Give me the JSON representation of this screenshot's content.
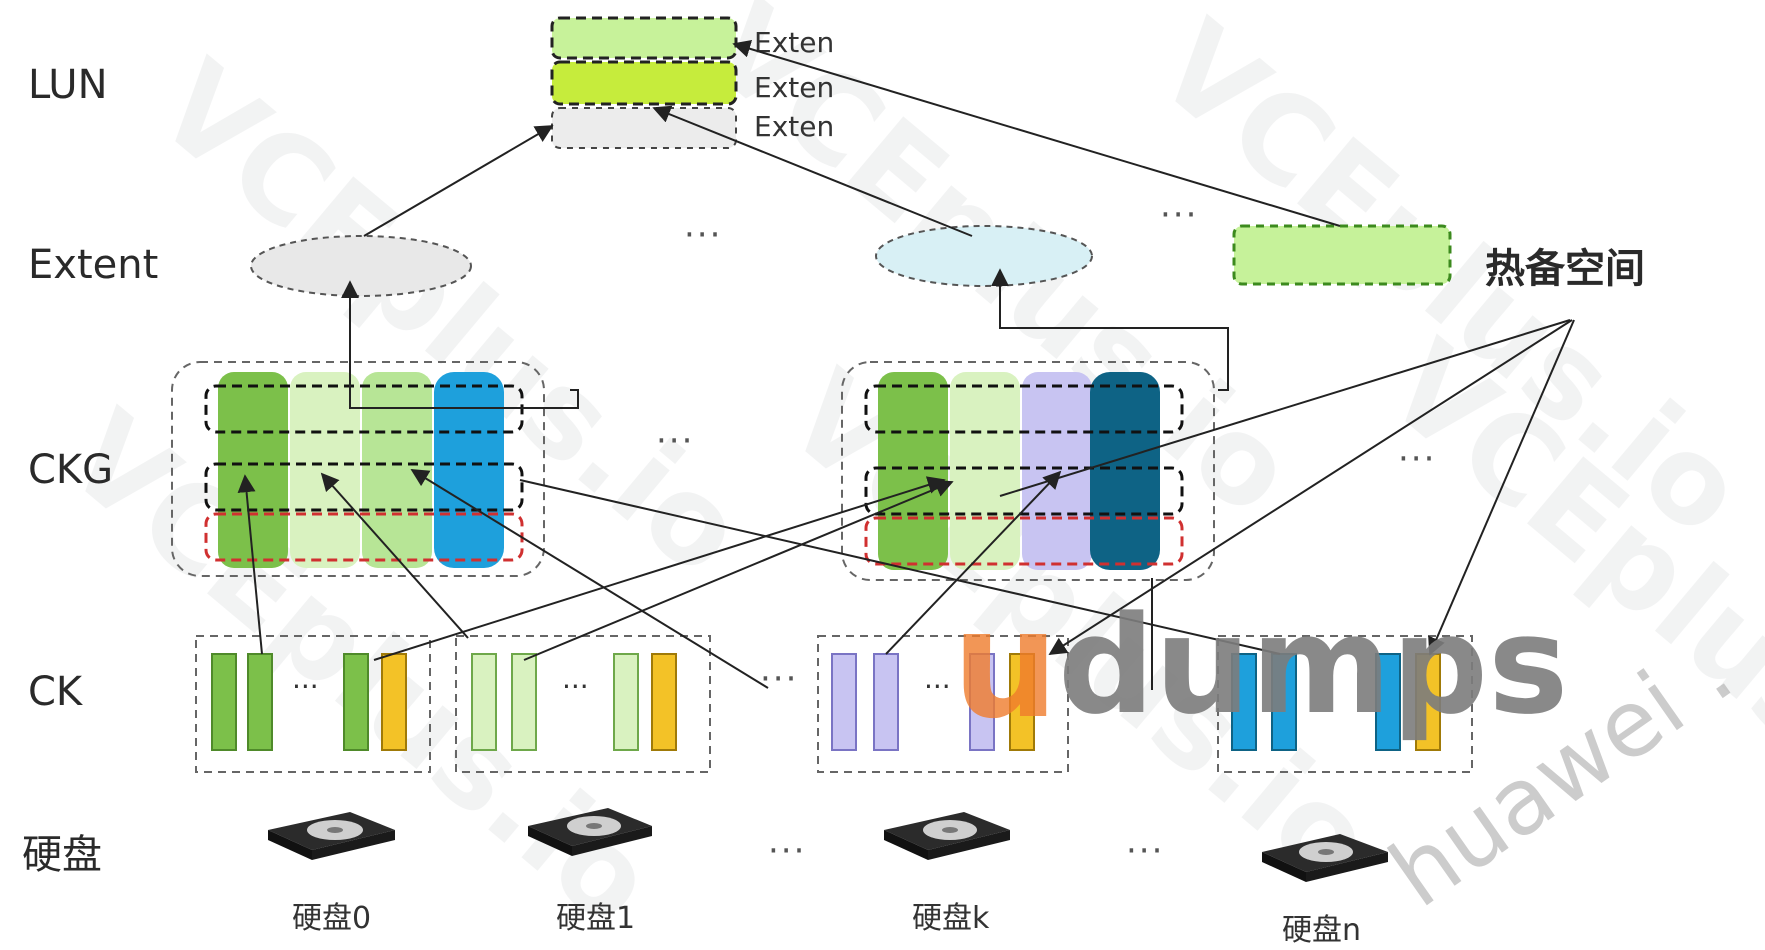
{
  "rows": {
    "lun": "LUN",
    "extent": "Extent",
    "ckg": "CKG",
    "ck": "CK",
    "disk": "硬盘"
  },
  "lun_extent_labels": [
    "Exten",
    "Exten",
    "Exten"
  ],
  "hot_spare_label": "热备空间",
  "ellipsis": "···",
  "disks": [
    "硬盘0",
    "硬盘1",
    "硬盘k",
    "硬盘n"
  ],
  "watermarks": {
    "repeated_text": "VCEplus.io",
    "brand_u": "u",
    "brand": "dumps",
    "huawei": "huawei ."
  },
  "colors": {
    "green_dark": "#7cc04a",
    "green_light": "#d9f2c0",
    "green_mid": "#b7e596",
    "blue": "#1ea0dc",
    "blue_dark": "#0e6385",
    "lavender": "#c8c4f2",
    "yellow": "#f3c227",
    "lime": "#c9f06a",
    "light_blue": "#d8f0f5",
    "light_gray": "#e8e8e8",
    "hot_spare_green": "#c6f29a"
  }
}
